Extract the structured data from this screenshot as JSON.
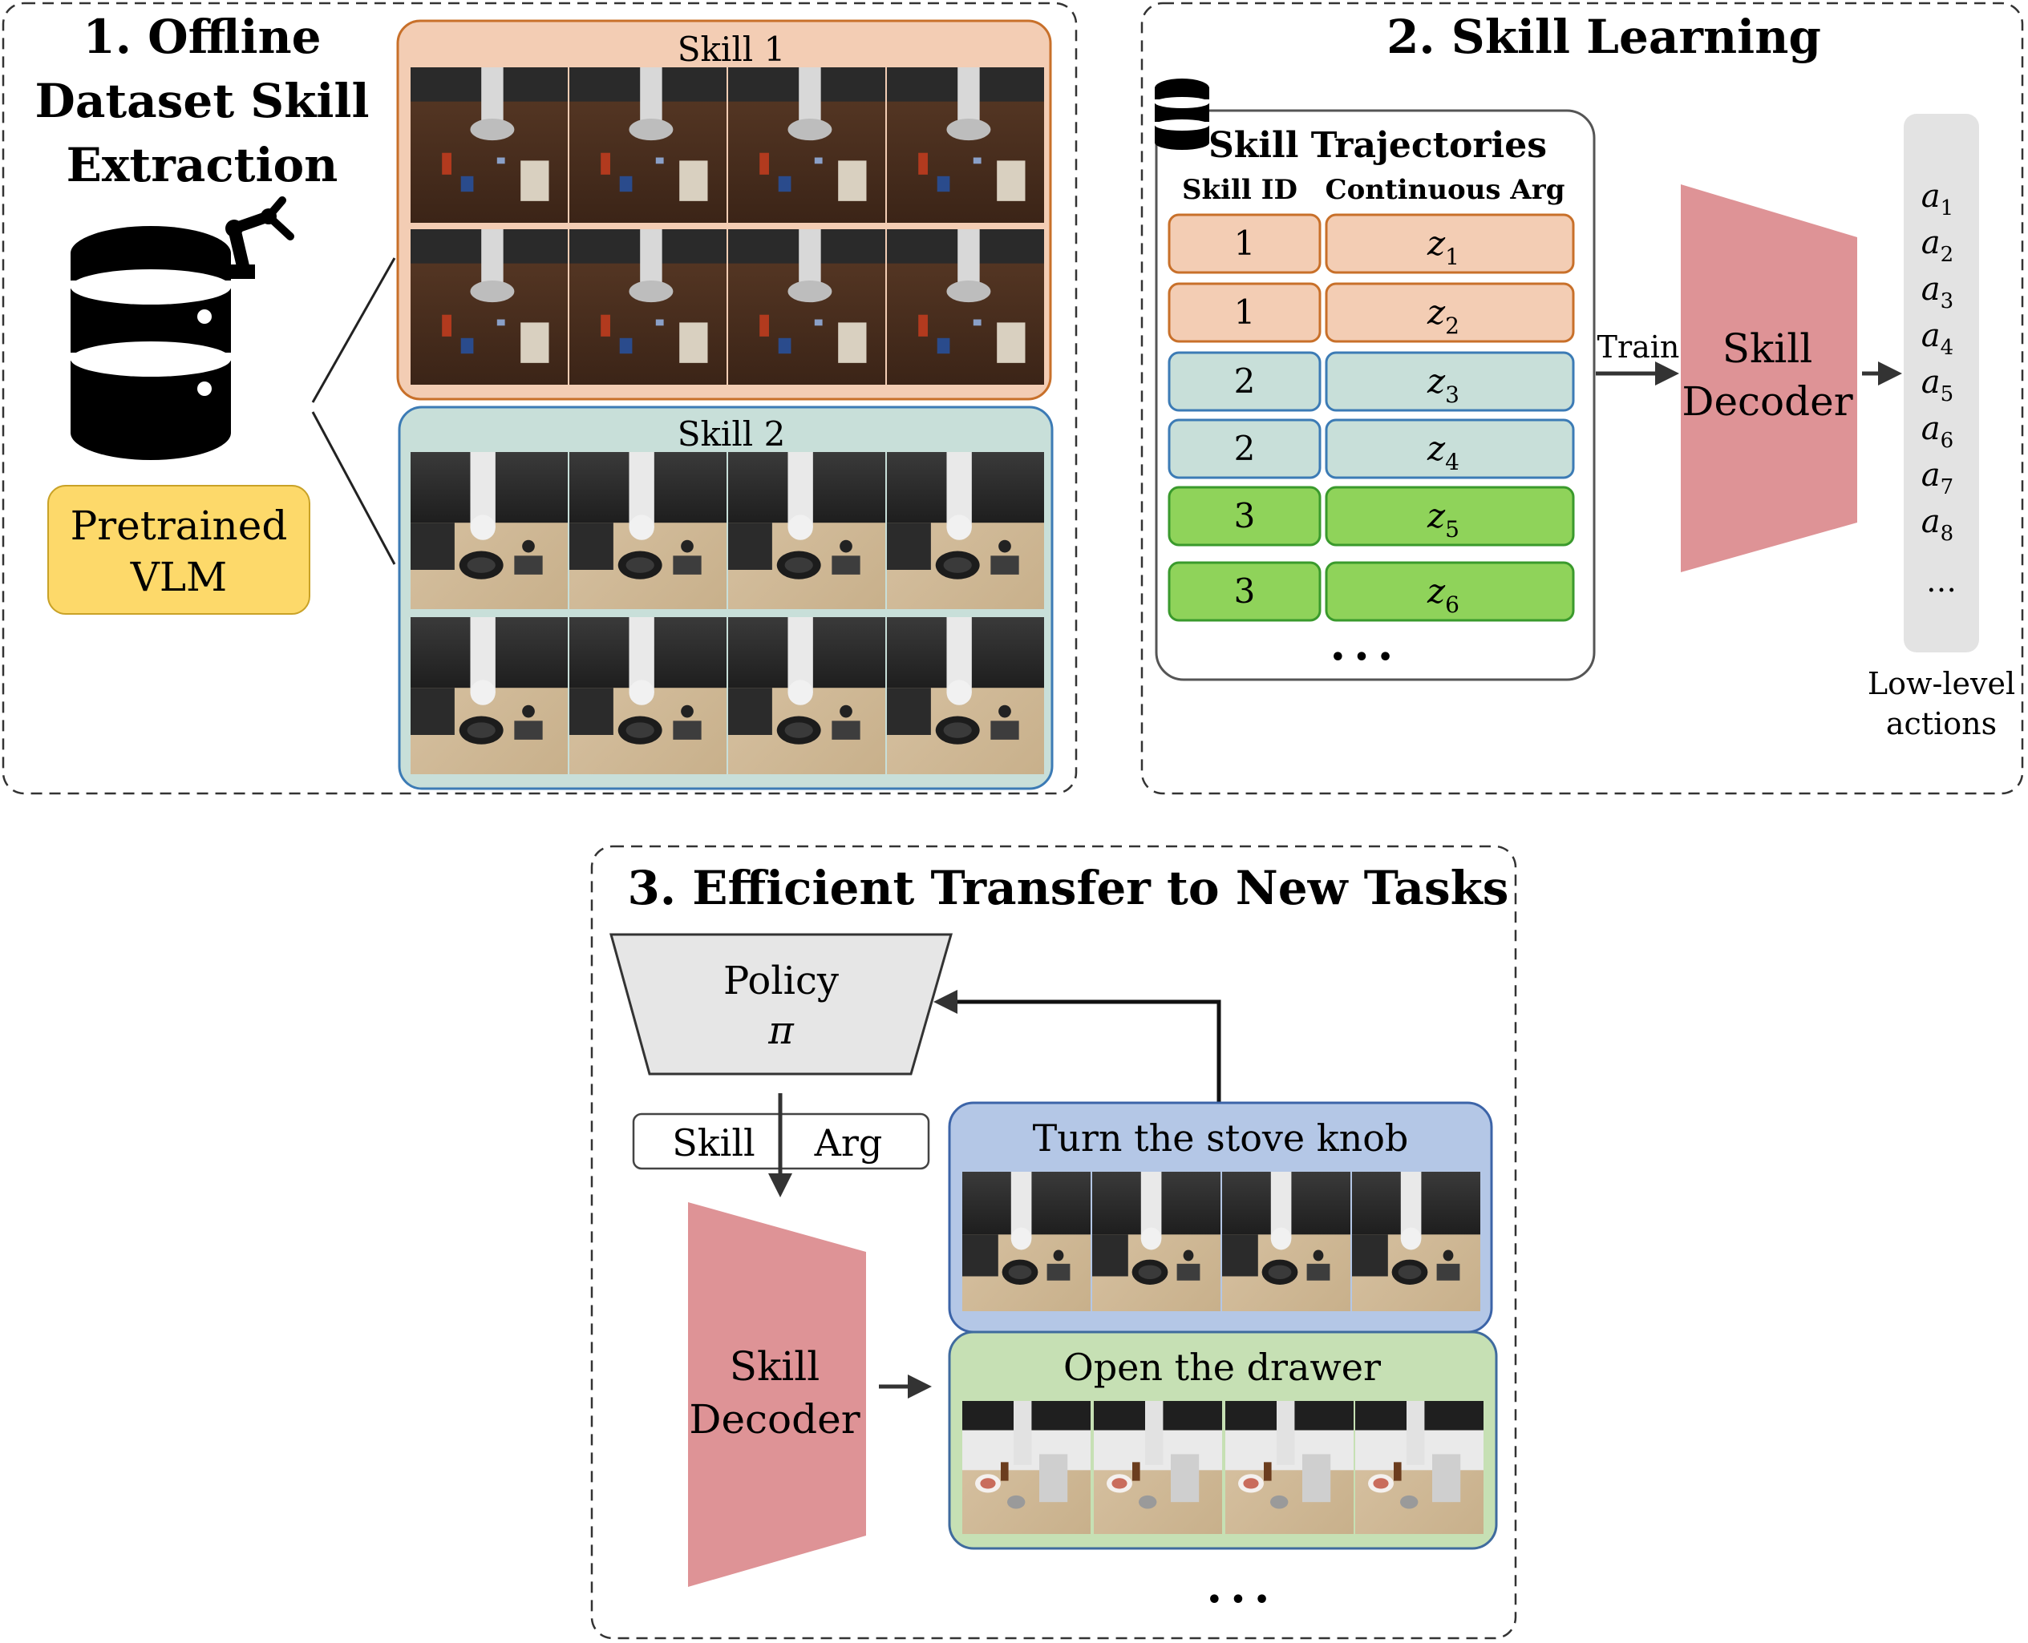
{
  "panel1": {
    "title_lines": [
      "1. Offline",
      "Dataset Skill",
      "Extraction"
    ],
    "vlm_lines": [
      "Pretrained",
      "VLM"
    ],
    "skill1_label": "Skill 1",
    "skill2_label": "Skill 2"
  },
  "panel2": {
    "title": "2. Skill Learning",
    "table_title": "Skill Trajectories",
    "col_skill_id": "Skill ID",
    "col_cont_arg": "Continuous Arg",
    "rows": [
      {
        "id": "1",
        "z": "z",
        "sub": "1"
      },
      {
        "id": "1",
        "z": "z",
        "sub": "2"
      },
      {
        "id": "2",
        "z": "z",
        "sub": "3"
      },
      {
        "id": "2",
        "z": "z",
        "sub": "4"
      },
      {
        "id": "3",
        "z": "z",
        "sub": "5"
      },
      {
        "id": "3",
        "z": "z",
        "sub": "6"
      }
    ],
    "ellipsis": "• • •",
    "train_label": "Train",
    "decoder_lines": [
      "Skill",
      "Decoder"
    ],
    "actions": [
      {
        "a": "a",
        "sub": "1"
      },
      {
        "a": "a",
        "sub": "2"
      },
      {
        "a": "a",
        "sub": "3"
      },
      {
        "a": "a",
        "sub": "4"
      },
      {
        "a": "a",
        "sub": "5"
      },
      {
        "a": "a",
        "sub": "6"
      },
      {
        "a": "a",
        "sub": "7"
      },
      {
        "a": "a",
        "sub": "8"
      }
    ],
    "actions_ellipsis": "…",
    "actions_caption": [
      "Low-level",
      "actions"
    ]
  },
  "panel3": {
    "title": "3. Efficient Transfer to New Tasks",
    "policy_lines": [
      "Policy",
      "π"
    ],
    "skill_label": "Skill",
    "arg_label": "Arg",
    "decoder_lines": [
      "Skill",
      "Decoder"
    ],
    "task1": "Turn the stove knob",
    "task2": "Open the drawer",
    "ellipsis": "• • •"
  },
  "colors": {
    "orange_fill": "#f3cdb4",
    "orange_border": "#c8702a",
    "teal_fill": "#c8dfd9",
    "teal_border": "#3c7bb5",
    "green_fill": "#8fd35a",
    "green_border": "#3a9a2c",
    "vlm_fill": "#fdd96a",
    "vlm_border": "#c9a227",
    "decoder_fill": "#de9396",
    "policy_fill": "#e6e6e6",
    "task1_fill": "#b4c7e6",
    "task2_fill": "#c6e0b4",
    "dash": "#333333"
  }
}
